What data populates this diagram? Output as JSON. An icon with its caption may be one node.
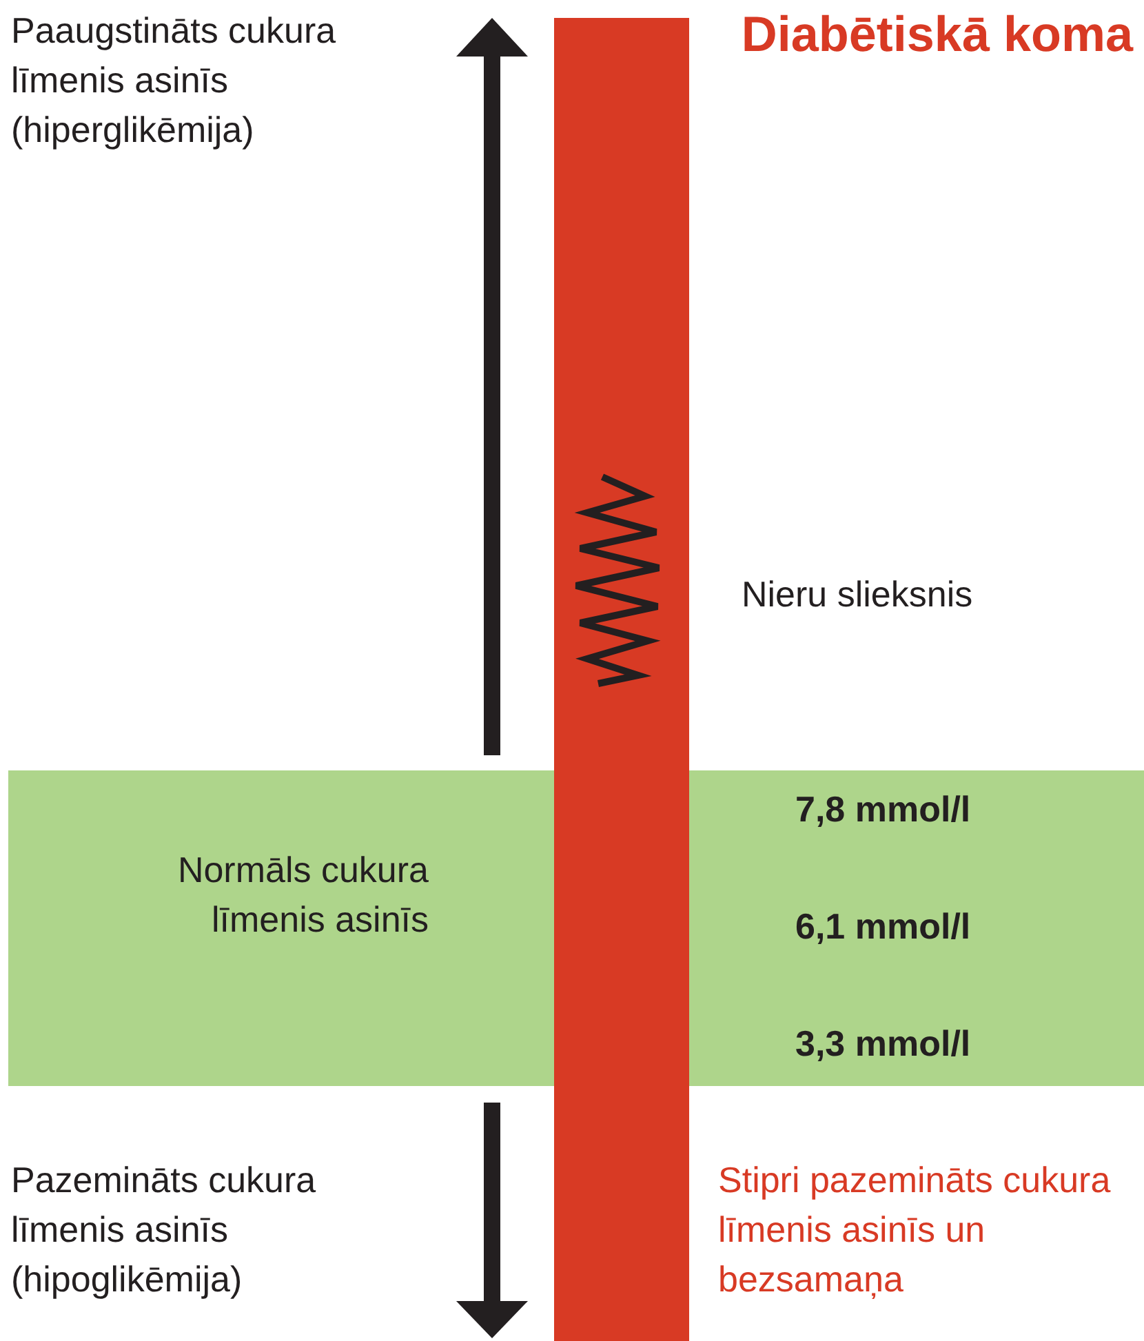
{
  "diagram": {
    "nodes": [
      {
        "text": [
          "Normāls cukura līmenis asinīs",
          "7,8 mmol/l",
          "6,1 mmol/l",
          "3,3 mmol/l"
        ]
      }
    ],
    "labels": [
      "Paaugstināts cukura līmenis asinīs (hiperglikēmija)",
      "Diabētiskā koma",
      "Nieru slieksnis",
      "Pazemināts cukura līmenis asinīs (hipoglikēmija)",
      "Stipri pazemināts cukura līmenis asinīs un bezsamaņa"
    ]
  }
}
